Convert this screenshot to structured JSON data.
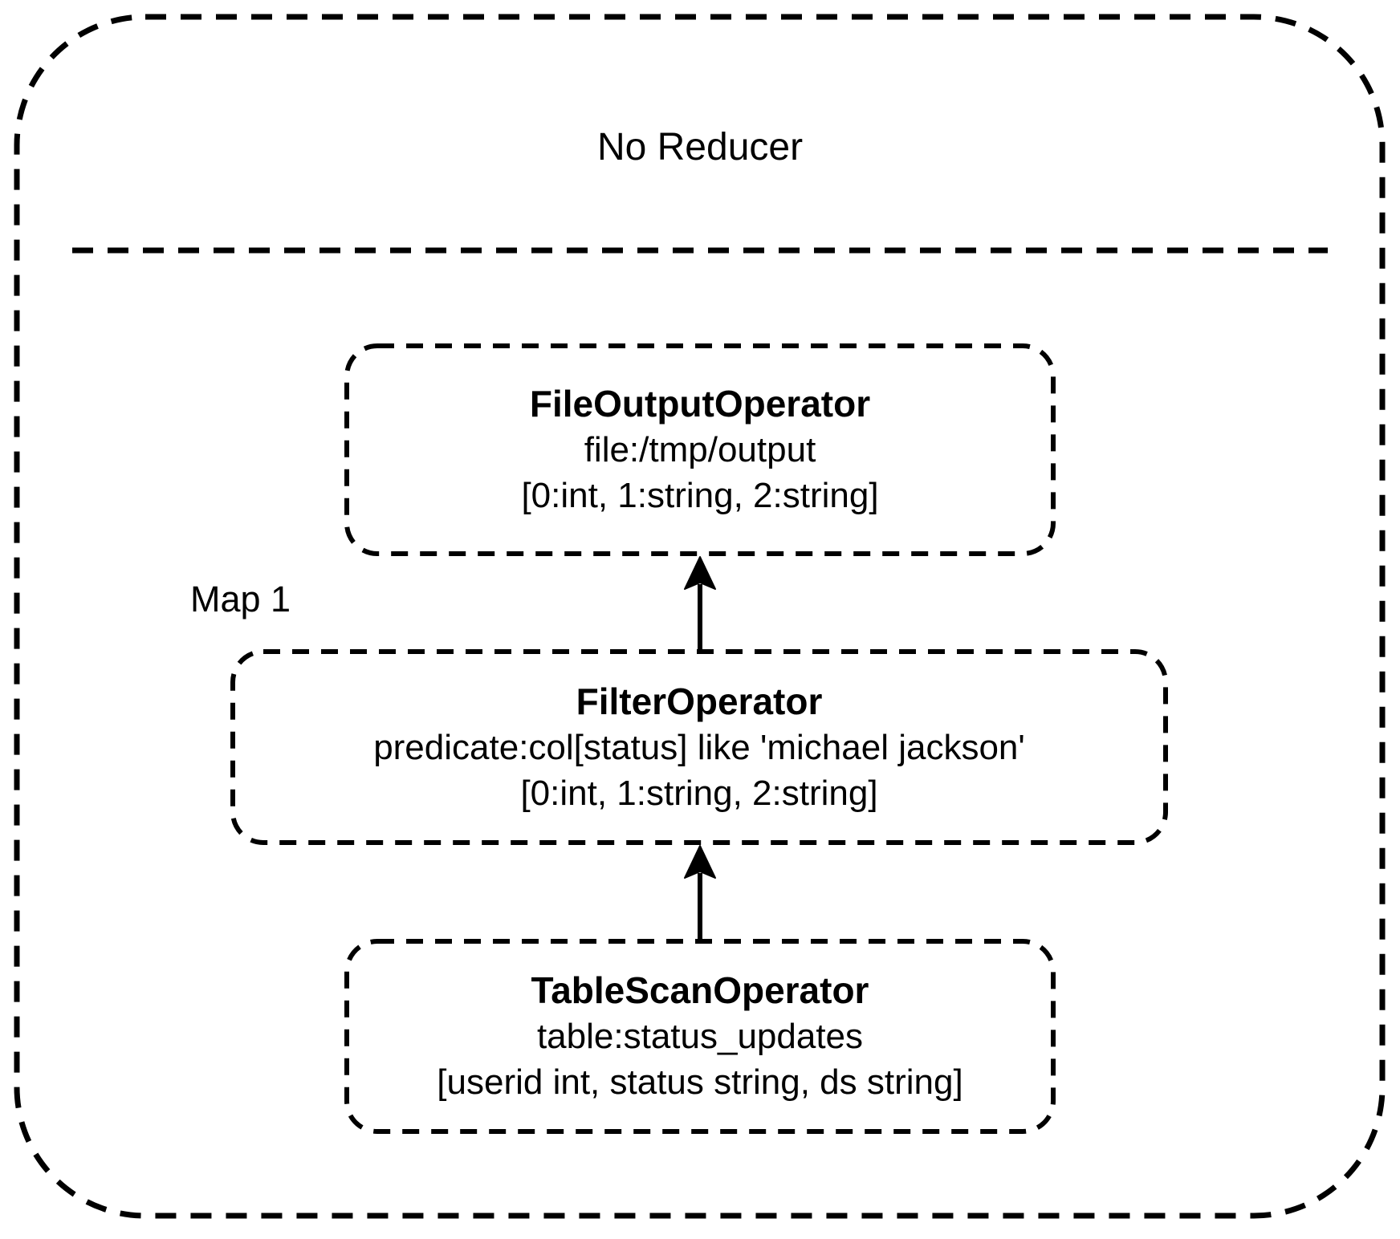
{
  "diagram": {
    "title": "No Reducer",
    "map_label": "Map 1",
    "nodes": [
      {
        "id": "file-output-operator",
        "name": "FileOutputOperator",
        "detail": "file:/tmp/output",
        "schema": "[0:int, 1:string, 2:string]"
      },
      {
        "id": "filter-operator",
        "name": "FilterOperator",
        "detail": "predicate:col[status] like 'michael jackson'",
        "schema": "[0:int, 1:string, 2:string]"
      },
      {
        "id": "table-scan-operator",
        "name": "TableScanOperator",
        "detail": "table:status_updates",
        "schema": "[userid int, status string, ds string]"
      }
    ],
    "edges": [
      {
        "from": "FilterOperator",
        "to": "FileOutputOperator"
      },
      {
        "from": "TableScanOperator",
        "to": "FilterOperator"
      }
    ],
    "colors": {
      "ink": "#000000",
      "background": "#ffffff"
    }
  }
}
